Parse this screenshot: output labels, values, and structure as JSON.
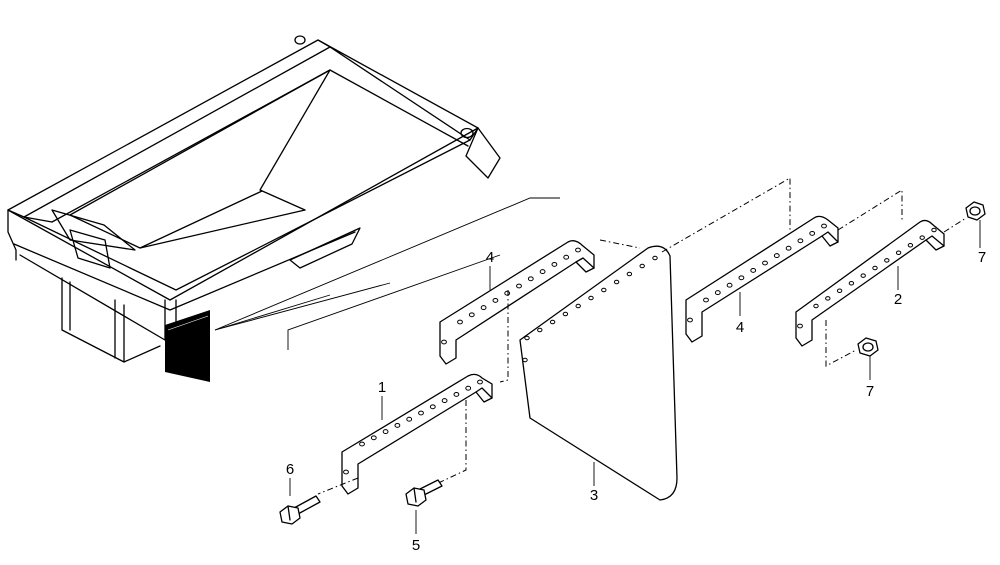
{
  "diagram": {
    "type": "exploded-parts-drawing",
    "callouts": [
      {
        "id": "label-1",
        "text": "1"
      },
      {
        "id": "label-2",
        "text": "2"
      },
      {
        "id": "label-3",
        "text": "3"
      },
      {
        "id": "label-4a",
        "text": "4"
      },
      {
        "id": "label-4b",
        "text": "4"
      },
      {
        "id": "label-5",
        "text": "5"
      },
      {
        "id": "label-6",
        "text": "6"
      },
      {
        "id": "label-7a",
        "text": "7"
      },
      {
        "id": "label-7b",
        "text": "7"
      }
    ]
  }
}
